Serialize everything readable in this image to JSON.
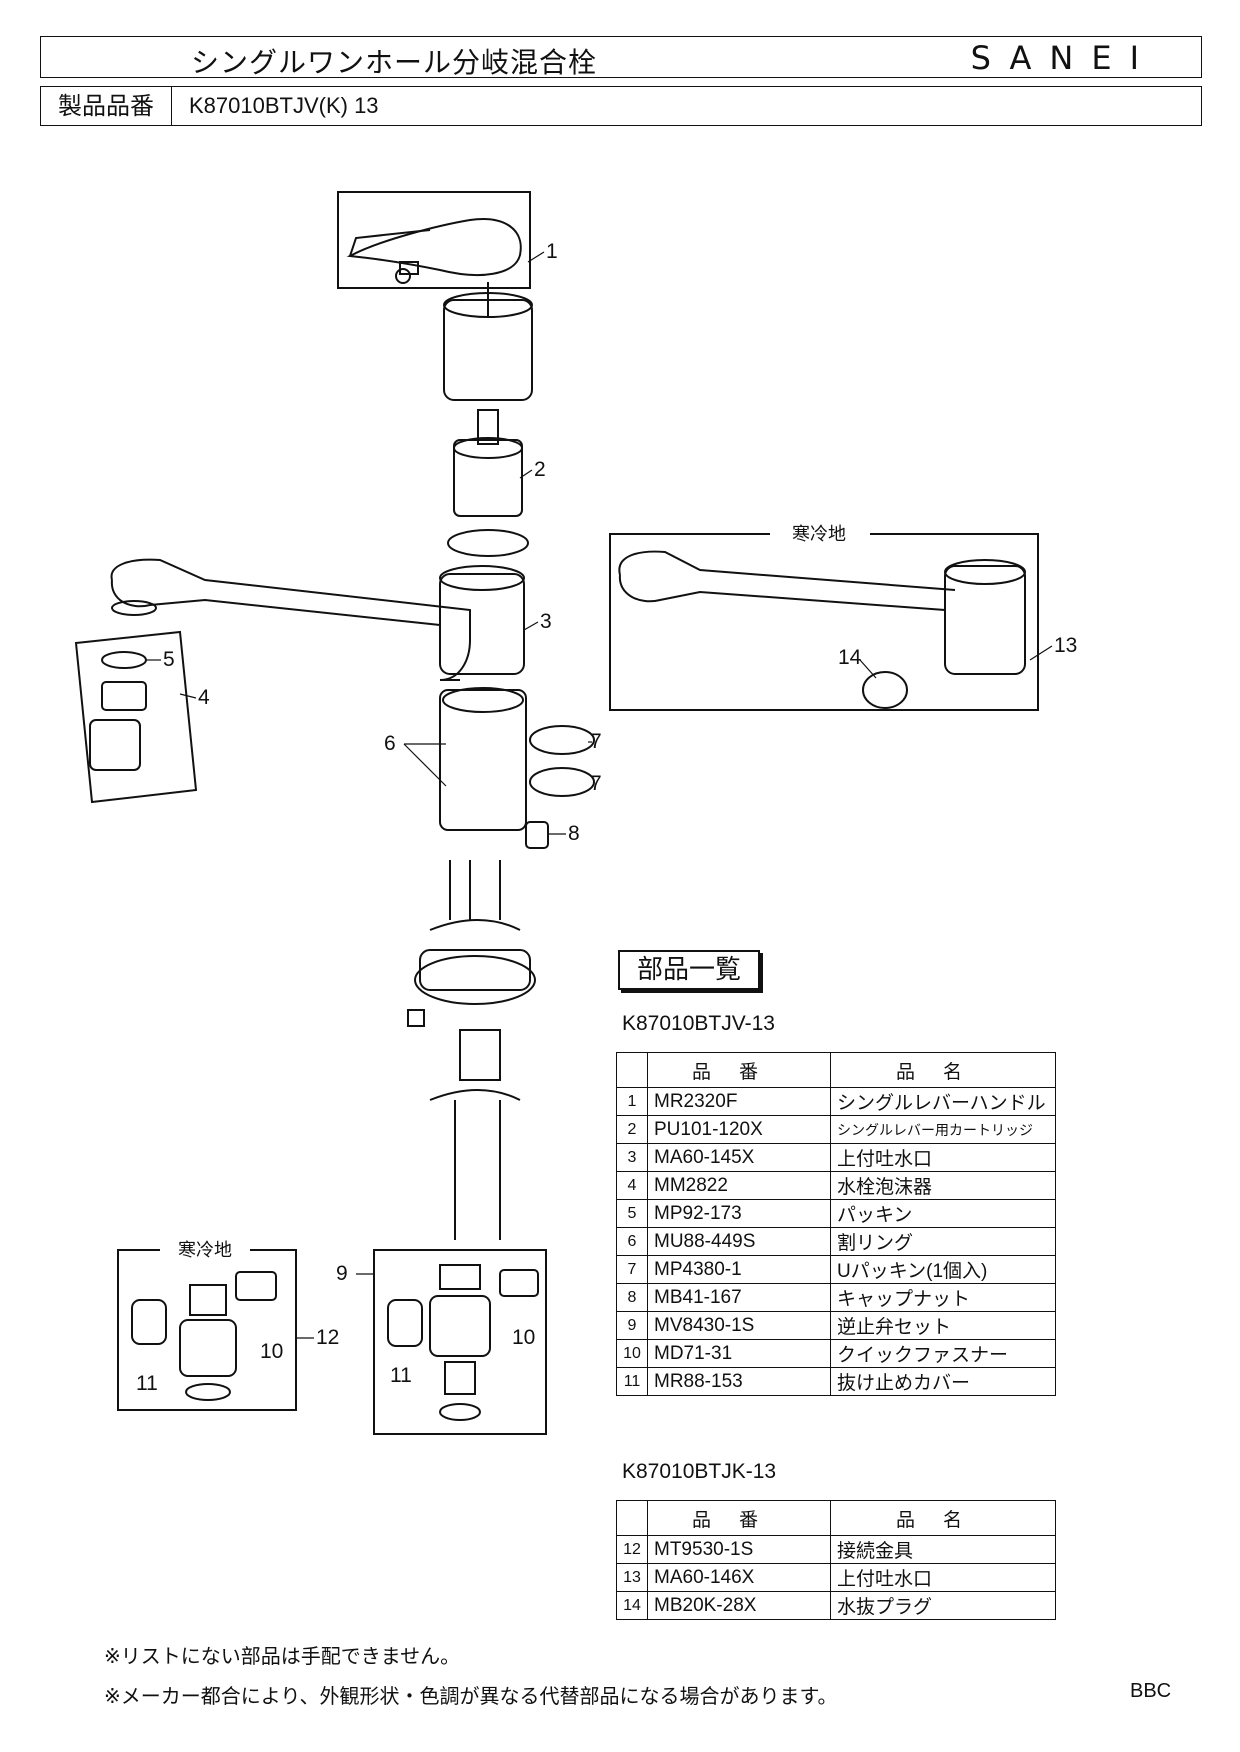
{
  "header": {
    "title": "シングルワンホール分岐混合栓",
    "brand": "SANEI",
    "model_label": "製品品番",
    "model_value": "K87010BTJV(K)  13"
  },
  "diagram": {
    "callouts": [
      "1",
      "2",
      "3",
      "4",
      "5",
      "6",
      "7",
      "7",
      "8",
      "9",
      "10",
      "11",
      "12",
      "10",
      "11",
      "13",
      "14"
    ],
    "cold_region_label_main": "寒冷地",
    "cold_region_label_small": "寒冷地"
  },
  "parts_list": {
    "title": "部品一覧",
    "table_a": {
      "model": "K87010BTJV-13",
      "headers": [
        "",
        "品番",
        "品名"
      ],
      "rows": [
        {
          "no": "1",
          "part": "MR2320F",
          "name": "シングルレバーハンドル"
        },
        {
          "no": "2",
          "part": "PU101-120X",
          "name": "シングルレバー用カートリッジ"
        },
        {
          "no": "3",
          "part": "MA60-145X",
          "name": "上付吐水口"
        },
        {
          "no": "4",
          "part": "MM2822",
          "name": "水栓泡沫器"
        },
        {
          "no": "5",
          "part": "MP92-173",
          "name": "パッキン"
        },
        {
          "no": "6",
          "part": "MU88-449S",
          "name": "割リング"
        },
        {
          "no": "7",
          "part": "MP4380-1",
          "name": "Uパッキン(1個入)"
        },
        {
          "no": "8",
          "part": "MB41-167",
          "name": "キャップナット"
        },
        {
          "no": "9",
          "part": "MV8430-1S",
          "name": "逆止弁セット"
        },
        {
          "no": "10",
          "part": "MD71-31",
          "name": "クイックファスナー"
        },
        {
          "no": "11",
          "part": "MR88-153",
          "name": "抜け止めカバー"
        }
      ]
    },
    "table_b": {
      "model": "K87010BTJK-13",
      "headers": [
        "",
        "品番",
        "品名"
      ],
      "rows": [
        {
          "no": "12",
          "part": "MT9530-1S",
          "name": "接続金具"
        },
        {
          "no": "13",
          "part": "MA60-146X",
          "name": "上付吐水口"
        },
        {
          "no": "14",
          "part": "MB20K-28X",
          "name": "水抜プラグ"
        }
      ]
    }
  },
  "notes": {
    "note1": "※リストにない部品は手配できません。",
    "note2": "※メーカー都合により、外観形状・色調が異なる代替部品になる場合があります。",
    "code": "BBC"
  }
}
